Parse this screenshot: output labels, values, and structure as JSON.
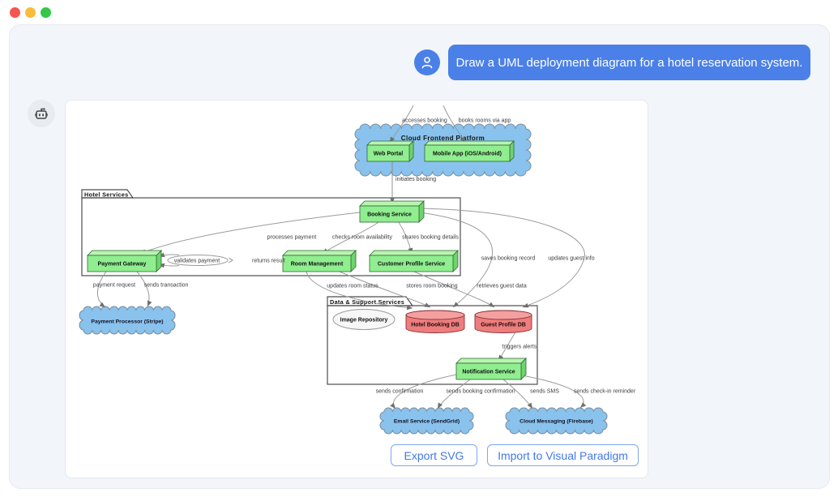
{
  "window": {
    "traffic_lights": {
      "close": "#f4564f",
      "minimize": "#f6bd3a",
      "zoom": "#33c748"
    }
  },
  "chat": {
    "user_message": "Draw a UML deployment diagram for a hotel reservation system.",
    "icons": {
      "user": "person-icon",
      "assistant": "robot-icon"
    }
  },
  "actions": {
    "export_label": "Export SVG",
    "import_label": "Import to Visual Paradigm"
  },
  "colors": {
    "accent_blue": "#4a80e8",
    "button_blue": "#4178ea",
    "node_green": "#90ee90",
    "cloud_blue": "#89c2ec",
    "database_red": "#ee7d7d"
  },
  "d": {
    "cloud_frontend": {
      "title": "Cloud Frontend Platform",
      "web_portal": "Web Portal",
      "mobile_app": "Mobile App (iOS/Android)"
    },
    "packages": {
      "hotel_services": "Hotel Services",
      "data_support": "Data & Support Services"
    },
    "nodes": {
      "booking_service": "Booking Service",
      "payment_gateway": "Payment Gateway",
      "room_management": "Room Management",
      "customer_profile_service": "Customer Profile Service",
      "notification_service": "Notification Service"
    },
    "databases": {
      "hotel_booking_db": "Hotel Booking DB",
      "guest_profile_db": "Guest Profile DB"
    },
    "artifact": {
      "image_repository": "Image Repository"
    },
    "external": {
      "payment_processor": "Payment Processor (Stripe)",
      "email_service": "Email Service (SendGrid)",
      "cloud_messaging": "Cloud Messaging (Firebase)"
    },
    "edges": {
      "accesses_booking": "accesses booking",
      "books_rooms": "books rooms via app",
      "initiates_booking": "initiates booking",
      "processes_payment": "processes payment",
      "checks_room": "checks room availability",
      "shares_details": "shares booking details",
      "validates_payment": "validates payment",
      "returns_result": "returns result",
      "payment_request": "payment request",
      "sends_transaction": "sends transaction",
      "updates_room_status": "updates room status",
      "stores_room_booking": "stores room booking",
      "retrieves_guest_data": "retrieves guest data",
      "saves_booking_record": "saves booking record",
      "updates_guest_info": "updates guest info",
      "triggers_alerts": "triggers alerts",
      "sends_confirmation": "sends confirmation",
      "sends_booking_confirmation": "sends booking confirmation",
      "sends_sms": "sends SMS",
      "sends_checkin_reminder": "sends check-in reminder"
    }
  }
}
